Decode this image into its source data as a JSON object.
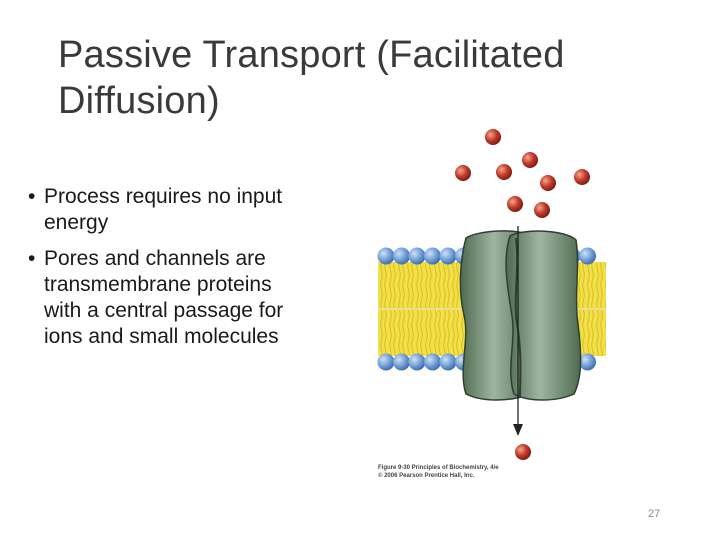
{
  "slide": {
    "title_lines": [
      "Passive Transport (Facilitated",
      "Diffusion)"
    ],
    "bullets": [
      {
        "lines": [
          "Process requires no input",
          "energy"
        ]
      },
      {
        "lines": [
          "Pores and channels are",
          "transmembrane proteins",
          "with a central passage for",
          "ions and small molecules"
        ]
      }
    ],
    "figure_caption_lines": [
      "Figure 9-30 Principles of Biochemistry, 4/e",
      "© 2006 Pearson Prentice Hall, Inc."
    ],
    "page_number": "27"
  },
  "colors": {
    "title": "#3a3a3a",
    "lipid_head": "#6b9bd6",
    "lipid_tail": "#f2df4a",
    "protein": "#6b8a6c",
    "molecule": "#c0392b"
  }
}
